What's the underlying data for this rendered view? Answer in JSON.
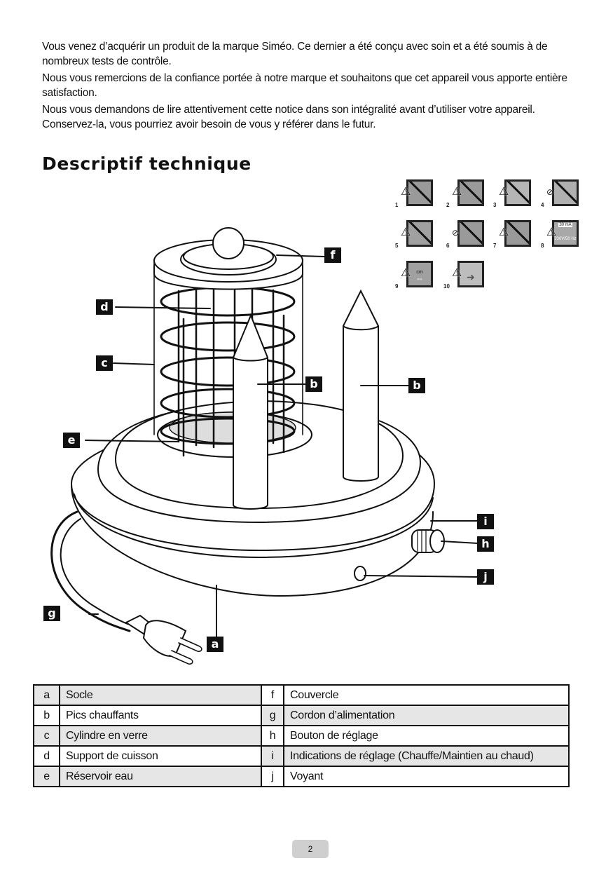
{
  "intro": {
    "paragraphs": [
      "Vous venez d’acquérir un produit de la marque Siméo. Ce dernier a été conçu avec soin et a été soumis à de nombreux tests de contrôle.",
      "Nous vous remercions de la confiance portée à notre marque et souhaitons que cet appareil vous apporte entière satisfaction.",
      "Nous vous demandons de lire attentivement cette notice dans son intégralité avant d’utiliser votre appareil. Conservez-la, vous pourriez avoir besoin de vous y référer dans le futur."
    ]
  },
  "section_title": "Descriptif technique",
  "warnings": {
    "icons": [
      {
        "num": "1",
        "icon": "no-cover-icon"
      },
      {
        "num": "2",
        "icon": "no-immerse-plug-icon"
      },
      {
        "num": "3",
        "icon": "hot-surface-icon"
      },
      {
        "num": "4",
        "icon": "keep-away-children-icon"
      },
      {
        "num": "5",
        "icon": "no-water-immersion-icon"
      },
      {
        "num": "6",
        "icon": "no-repair-icon"
      },
      {
        "num": "7",
        "icon": "no-sharp-objects-icon"
      },
      {
        "num": "8",
        "icon": "electrical-requirements-icon",
        "text_top": "30 mA",
        "text_bottom": "230V/50 Hz"
      },
      {
        "num": "9",
        "icon": "clearance-distance-icon",
        "text": "cm"
      },
      {
        "num": "10",
        "icon": "unplug-icon"
      }
    ]
  },
  "diagram": {
    "callouts": [
      "a",
      "b",
      "b",
      "c",
      "d",
      "e",
      "f",
      "g",
      "h",
      "i",
      "j"
    ]
  },
  "parts_table": {
    "rows": [
      {
        "key_left": "a",
        "label_left": "Socle",
        "key_right": "f",
        "label_right": "Couvercle"
      },
      {
        "key_left": "b",
        "label_left": "Pics chauffants",
        "key_right": "g",
        "label_right": "Cordon d’alimentation"
      },
      {
        "key_left": "c",
        "label_left": "Cylindre en verre",
        "key_right": "h",
        "label_right": "Bouton de réglage"
      },
      {
        "key_left": "d",
        "label_left": "Support de cuisson",
        "key_right": "i",
        "label_right": "Indications de réglage (Chauffe/Maintien au chaud)"
      },
      {
        "key_left": "e",
        "label_left": "Réservoir eau",
        "key_right": "j",
        "label_right": "Voyant"
      }
    ]
  },
  "page_number": "2"
}
